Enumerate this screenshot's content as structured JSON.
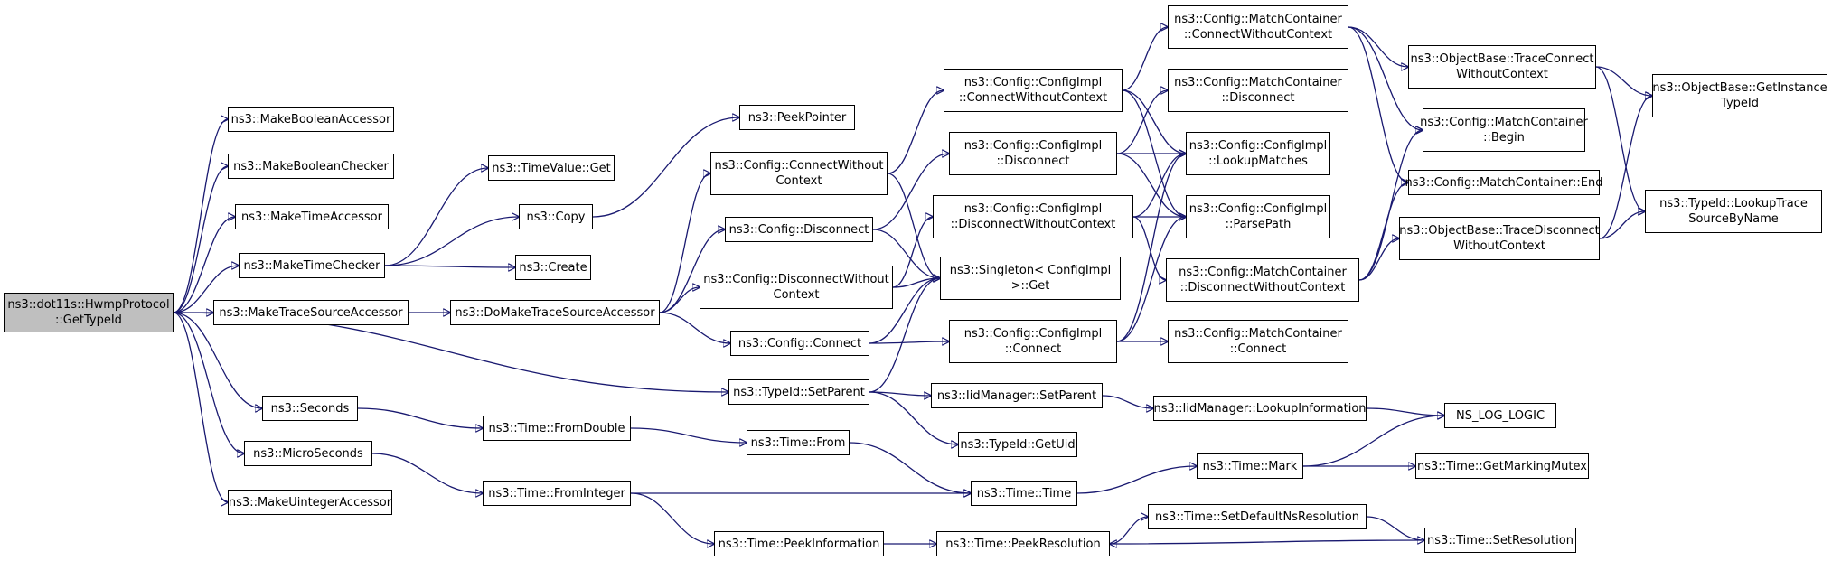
{
  "graph": {
    "colors": {
      "edge": "#191970",
      "root_fill": "#bfbfbf",
      "node_fill": "#ffffff",
      "border": "#000000"
    },
    "nodes": [
      {
        "id": "root",
        "label": "ns3::dot11s::HwmpProtocol\n::GetTypeId"
      },
      {
        "id": "mkBoolAcc",
        "label": "ns3::MakeBooleanAccessor"
      },
      {
        "id": "mkBoolChk",
        "label": "ns3::MakeBooleanChecker"
      },
      {
        "id": "mkTimeAcc",
        "label": "ns3::MakeTimeAccessor"
      },
      {
        "id": "mkTimeChk",
        "label": "ns3::MakeTimeChecker"
      },
      {
        "id": "mkTraceAcc",
        "label": "ns3::MakeTraceSourceAccessor"
      },
      {
        "id": "seconds",
        "label": "ns3::Seconds"
      },
      {
        "id": "microSec",
        "label": "ns3::MicroSeconds"
      },
      {
        "id": "mkUintAcc",
        "label": "ns3::MakeUintegerAccessor"
      },
      {
        "id": "timeValGet",
        "label": "ns3::TimeValue::Get"
      },
      {
        "id": "copy",
        "label": "ns3::Copy"
      },
      {
        "id": "create",
        "label": "ns3::Create"
      },
      {
        "id": "doMakeTrace",
        "label": "ns3::DoMakeTraceSourceAccessor"
      },
      {
        "id": "fromDouble",
        "label": "ns3::Time::FromDouble"
      },
      {
        "id": "fromInteger",
        "label": "ns3::Time::FromInteger"
      },
      {
        "id": "peekPointer",
        "label": "ns3::PeekPointer"
      },
      {
        "id": "cfgConnWo",
        "label": "ns3::Config::ConnectWithout\nContext"
      },
      {
        "id": "cfgDisc",
        "label": "ns3::Config::Disconnect"
      },
      {
        "id": "cfgDiscWo",
        "label": "ns3::Config::DisconnectWithout\nContext"
      },
      {
        "id": "cfgConn",
        "label": "ns3::Config::Connect"
      },
      {
        "id": "setParent",
        "label": "ns3::TypeId::SetParent"
      },
      {
        "id": "timeFrom",
        "label": "ns3::Time::From"
      },
      {
        "id": "peekInfo",
        "label": "ns3::Time::PeekInformation"
      },
      {
        "id": "implConnWo",
        "label": "ns3::Config::ConfigImpl\n::ConnectWithoutContext"
      },
      {
        "id": "implDisc",
        "label": "ns3::Config::ConfigImpl\n::Disconnect"
      },
      {
        "id": "implDiscWo",
        "label": "ns3::Config::ConfigImpl\n::DisconnectWithoutContext"
      },
      {
        "id": "singletonGet",
        "label": "ns3::Singleton< ConfigImpl\n>::Get"
      },
      {
        "id": "implConn",
        "label": "ns3::Config::ConfigImpl\n::Connect"
      },
      {
        "id": "iidSetParent",
        "label": "ns3::IidManager::SetParent"
      },
      {
        "id": "getUid",
        "label": "ns3::TypeId::GetUid"
      },
      {
        "id": "timeTime",
        "label": "ns3::Time::Time"
      },
      {
        "id": "peekRes",
        "label": "ns3::Time::PeekResolution"
      },
      {
        "id": "mcConnWo",
        "label": "ns3::Config::MatchContainer\n::ConnectWithoutContext"
      },
      {
        "id": "mcDisc",
        "label": "ns3::Config::MatchContainer\n::Disconnect"
      },
      {
        "id": "lookupMatches",
        "label": "ns3::Config::ConfigImpl\n::LookupMatches"
      },
      {
        "id": "parsePath",
        "label": "ns3::Config::ConfigImpl\n::ParsePath"
      },
      {
        "id": "mcDiscWo",
        "label": "ns3::Config::MatchContainer\n::DisconnectWithoutContext"
      },
      {
        "id": "mcConn",
        "label": "ns3::Config::MatchContainer\n::Connect"
      },
      {
        "id": "iidLookup",
        "label": "ns3::IidManager::LookupInformation"
      },
      {
        "id": "timeMark",
        "label": "ns3::Time::Mark"
      },
      {
        "id": "setDefRes",
        "label": "ns3::Time::SetDefaultNsResolution"
      },
      {
        "id": "obTraceConn",
        "label": "ns3::ObjectBase::TraceConnect\nWithoutContext"
      },
      {
        "id": "mcBegin",
        "label": "ns3::Config::MatchContainer\n::Begin"
      },
      {
        "id": "mcEnd",
        "label": "ns3::Config::MatchContainer::End"
      },
      {
        "id": "obTraceDisc",
        "label": "ns3::ObjectBase::TraceDisconnect\nWithoutContext"
      },
      {
        "id": "nsLogLogic",
        "label": "NS_LOG_LOGIC"
      },
      {
        "id": "getMarkMutex",
        "label": "ns3::Time::GetMarkingMutex"
      },
      {
        "id": "setRes",
        "label": "ns3::Time::SetResolution"
      },
      {
        "id": "getInstTid",
        "label": "ns3::ObjectBase::GetInstance\nTypeId"
      },
      {
        "id": "lookupTrace",
        "label": "ns3::TypeId::LookupTrace\nSourceByName"
      }
    ],
    "edges": [
      [
        "root",
        "mkBoolAcc"
      ],
      [
        "root",
        "mkBoolChk"
      ],
      [
        "root",
        "mkTimeAcc"
      ],
      [
        "root",
        "mkTimeChk"
      ],
      [
        "root",
        "mkTraceAcc"
      ],
      [
        "root",
        "setParent"
      ],
      [
        "root",
        "seconds"
      ],
      [
        "root",
        "microSec"
      ],
      [
        "root",
        "mkUintAcc"
      ],
      [
        "mkTimeChk",
        "timeValGet"
      ],
      [
        "mkTimeChk",
        "copy"
      ],
      [
        "mkTimeChk",
        "create"
      ],
      [
        "copy",
        "peekPointer"
      ],
      [
        "mkTraceAcc",
        "doMakeTrace"
      ],
      [
        "doMakeTrace",
        "cfgConnWo"
      ],
      [
        "doMakeTrace",
        "cfgDisc"
      ],
      [
        "doMakeTrace",
        "cfgDiscWo"
      ],
      [
        "doMakeTrace",
        "cfgConn"
      ],
      [
        "cfgConnWo",
        "implConnWo"
      ],
      [
        "cfgConnWo",
        "singletonGet"
      ],
      [
        "cfgDisc",
        "implDisc"
      ],
      [
        "cfgDisc",
        "singletonGet"
      ],
      [
        "cfgDiscWo",
        "implDiscWo"
      ],
      [
        "cfgDiscWo",
        "singletonGet"
      ],
      [
        "cfgConn",
        "implConn"
      ],
      [
        "cfgConn",
        "singletonGet"
      ],
      [
        "implConnWo",
        "mcConnWo"
      ],
      [
        "implConnWo",
        "lookupMatches"
      ],
      [
        "implConnWo",
        "parsePath"
      ],
      [
        "implDisc",
        "mcDisc"
      ],
      [
        "implDisc",
        "lookupMatches"
      ],
      [
        "implDisc",
        "parsePath"
      ],
      [
        "implDiscWo",
        "mcDiscWo"
      ],
      [
        "implDiscWo",
        "lookupMatches"
      ],
      [
        "implDiscWo",
        "parsePath"
      ],
      [
        "implConn",
        "mcConn"
      ],
      [
        "implConn",
        "lookupMatches"
      ],
      [
        "implConn",
        "parsePath"
      ],
      [
        "mcConnWo",
        "obTraceConn"
      ],
      [
        "mcConnWo",
        "mcBegin"
      ],
      [
        "mcConnWo",
        "mcEnd"
      ],
      [
        "mcDiscWo",
        "obTraceDisc"
      ],
      [
        "mcDiscWo",
        "mcBegin"
      ],
      [
        "mcDiscWo",
        "mcEnd"
      ],
      [
        "obTraceConn",
        "getInstTid"
      ],
      [
        "obTraceConn",
        "lookupTrace"
      ],
      [
        "obTraceDisc",
        "getInstTid"
      ],
      [
        "obTraceDisc",
        "lookupTrace"
      ],
      [
        "setParent",
        "singletonGet"
      ],
      [
        "setParent",
        "iidSetParent"
      ],
      [
        "setParent",
        "getUid"
      ],
      [
        "iidSetParent",
        "iidLookup"
      ],
      [
        "iidLookup",
        "nsLogLogic"
      ],
      [
        "seconds",
        "fromDouble"
      ],
      [
        "fromDouble",
        "timeFrom"
      ],
      [
        "timeFrom",
        "timeTime"
      ],
      [
        "microSec",
        "fromInteger"
      ],
      [
        "fromInteger",
        "timeTime"
      ],
      [
        "fromInteger",
        "peekInfo"
      ],
      [
        "timeTime",
        "timeMark"
      ],
      [
        "timeMark",
        "nsLogLogic"
      ],
      [
        "timeMark",
        "getMarkMutex"
      ],
      [
        "peekInfo",
        "peekRes"
      ],
      [
        "peekRes",
        "setDefRes"
      ],
      [
        "setDefRes",
        "setRes"
      ],
      [
        "setRes",
        "peekRes"
      ]
    ]
  }
}
